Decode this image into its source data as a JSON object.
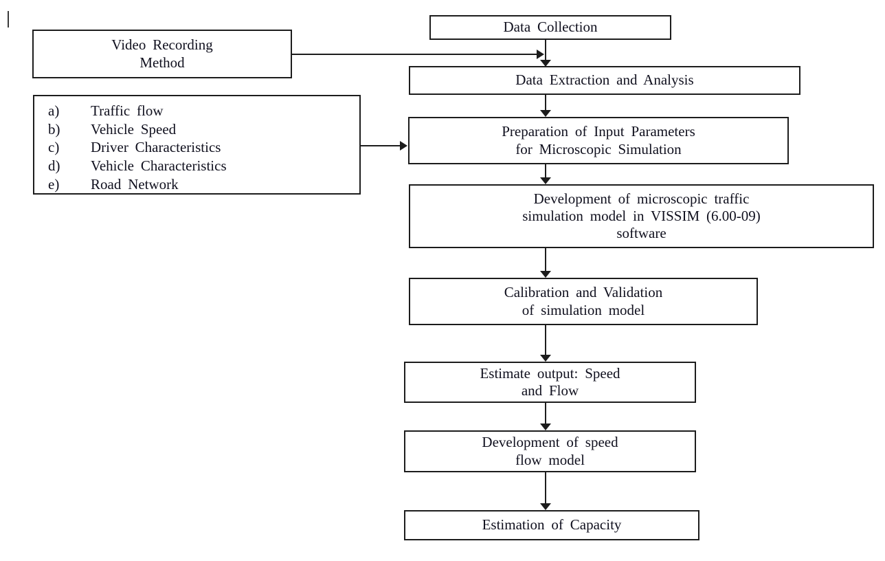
{
  "colors": {
    "background": "#ffffff",
    "line": "#1c1c1c",
    "text": "#10101e"
  },
  "artifacts": {
    "text_cursor": "text-cursor-bar"
  },
  "nodes": {
    "data_collection": {
      "text": "Data Collection"
    },
    "video_recording": {
      "text": "Video Recording\nMethod"
    },
    "data_extraction": {
      "text": "Data Extraction and Analysis"
    },
    "input_parameters_list": {
      "items": [
        {
          "marker": "a)",
          "label": "Traffic flow"
        },
        {
          "marker": "b)",
          "label": "Vehicle Speed"
        },
        {
          "marker": "c)",
          "label": "Driver Characteristics"
        },
        {
          "marker": "d)",
          "label": "Vehicle Characteristics"
        },
        {
          "marker": "e)",
          "label": "Road Network"
        }
      ]
    },
    "preparation": {
      "text": "Preparation of Input Parameters\nfor Microscopic Simulation"
    },
    "vissim_development": {
      "text": "Development of microscopic traffic\nsimulation model in VISSIM (6.00-09)\nsoftware"
    },
    "calibration": {
      "text": "Calibration and Validation\nof simulation model"
    },
    "estimate_output": {
      "text": "Estimate output: Speed\nand Flow"
    },
    "speed_flow_model": {
      "text": "Development of speed\nflow model"
    },
    "capacity_estimation": {
      "text": "Estimation of Capacity"
    }
  }
}
